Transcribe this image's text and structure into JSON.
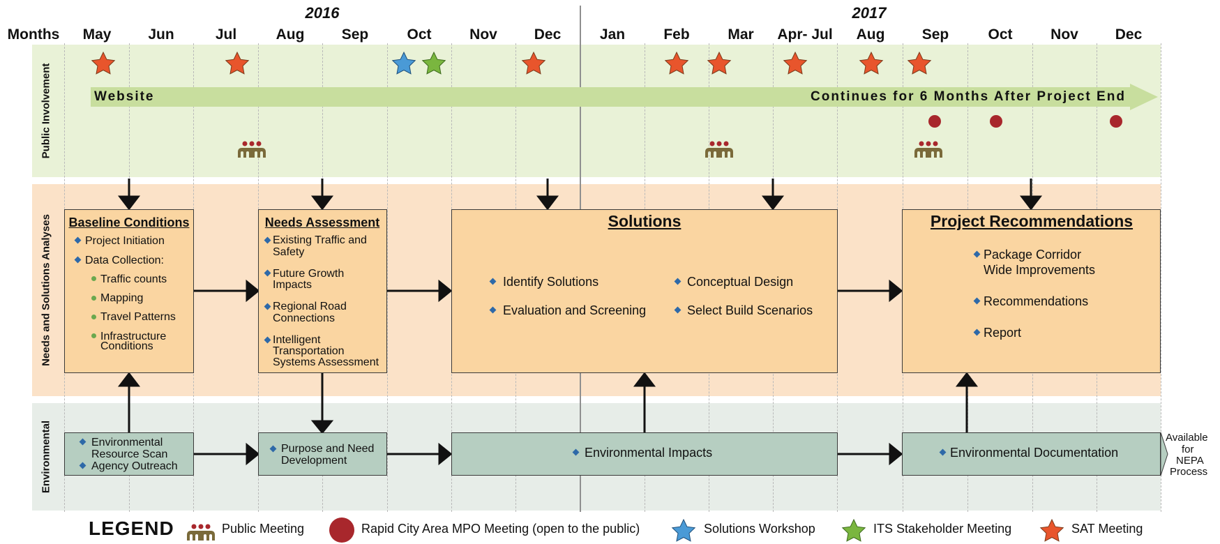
{
  "header": {
    "months_label": "Months",
    "years": [
      "2016",
      "2017"
    ],
    "months": [
      "May",
      "Jun",
      "Jul",
      "Aug",
      "Sep",
      "Oct",
      "Nov",
      "Dec",
      "Jan",
      "Feb",
      "Mar",
      "Apr- Jul",
      "Aug",
      "Sep",
      "Oct",
      "Nov",
      "Dec"
    ]
  },
  "rows": {
    "public_involvement": "Public Involvement",
    "needs_solutions": "Needs and Solutions Analyses",
    "environmental": "Environmental"
  },
  "website_bar": {
    "label": "Website",
    "note": "Continues for 6 Months After Project End",
    "color": "#c8de9e"
  },
  "boxes": {
    "baseline": {
      "title": "Baseline Conditions",
      "items": [
        "Project Initiation",
        "Data Collection:"
      ],
      "subitems": [
        "Traffic counts",
        "Mapping",
        "Travel Patterns",
        "Infrastructure",
        "Conditions"
      ]
    },
    "needs": {
      "title": "Needs Assessment",
      "items": [
        [
          "Existing Traffic and",
          "Safety"
        ],
        [
          "Future Growth",
          "Impacts"
        ],
        [
          "Regional Road",
          "Connections"
        ],
        [
          "Intelligent",
          "Transportation",
          "Systems Assessment"
        ]
      ]
    },
    "solutions": {
      "title": "Solutions",
      "items": [
        "Identify Solutions",
        "Evaluation and Screening",
        "Conceptual Design",
        "Select Build Scenarios"
      ]
    },
    "recommendations": {
      "title": "Project Recommendations",
      "items": [
        "Package Corridor",
        "Wide Improvements",
        "Recommendations",
        "Report"
      ]
    }
  },
  "env_boxes": {
    "scan": [
      "Environmental",
      "Resource Scan",
      "Agency Outreach"
    ],
    "purpose": [
      "Purpose and Need",
      "Development"
    ],
    "impacts": "Environmental Impacts",
    "documentation": "Environmental Documentation",
    "nepa": [
      "Available",
      "for",
      "NEPA",
      "Process"
    ]
  },
  "legend": {
    "title": "LEGEND",
    "public_meeting": "Public Meeting",
    "mpo": "Rapid City Area MPO Meeting (open to the public)",
    "solutions_workshop": "Solutions Workshop",
    "its": "ITS Stakeholder Meeting",
    "sat": "SAT Meeting"
  },
  "colors": {
    "sat_star": "#e8552c",
    "workshop_star": "#4a9ad6",
    "its_star": "#7ab63f",
    "mpo_dot": "#a8272c",
    "meeting_icon": "#7a6a3a",
    "box_fill": "#fad5a1",
    "env_fill": "#b6cec1",
    "bullet": "#2e69a8"
  }
}
